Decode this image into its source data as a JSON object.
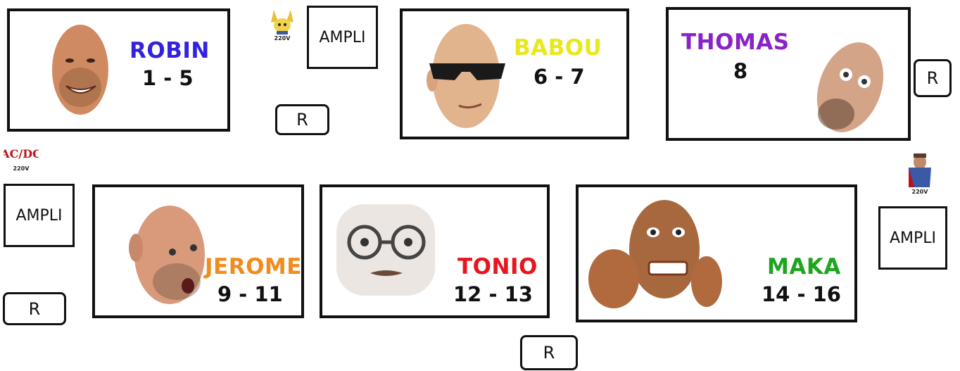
{
  "musicians": [
    {
      "name": "ROBIN",
      "range": "1 - 5",
      "color": "#3322dd"
    },
    {
      "name": "BABOU",
      "range": "6 - 7",
      "color": "#e8e81a"
    },
    {
      "name": "THOMAS",
      "range": "8",
      "color": "#8a22c8"
    },
    {
      "name": "JEROME",
      "range": "9 - 11",
      "color": "#f08c1e"
    },
    {
      "name": "TONIO",
      "range": "12 - 13",
      "color": "#e8141e"
    },
    {
      "name": "MAKA",
      "range": "14 - 16",
      "color": "#1ea51e"
    }
  ],
  "amplis": [
    {
      "label": "AMPLI"
    },
    {
      "label": "AMPLI"
    },
    {
      "label": "AMPLI"
    }
  ],
  "returns": [
    {
      "label": "R"
    },
    {
      "label": "R"
    },
    {
      "label": "R"
    },
    {
      "label": "R"
    }
  ],
  "power": [
    {
      "label": "220V",
      "icon": "creature-plug-icon"
    },
    {
      "label": "220V",
      "icon": "acdc-plug-icon",
      "logo_text": "AC/DC"
    },
    {
      "label": "220V",
      "icon": "hero-plug-icon"
    }
  ],
  "colors": {
    "skin": "#d9a07a",
    "skin_dark": "#b06a48",
    "border": "#111111"
  }
}
